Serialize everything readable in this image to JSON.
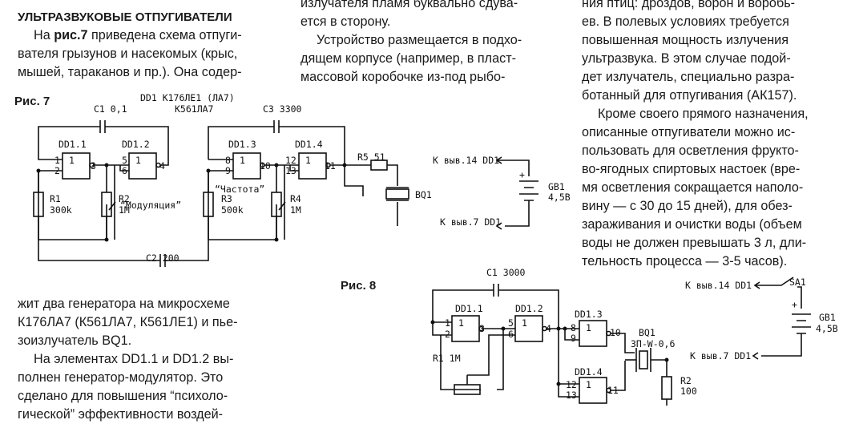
{
  "col1": {
    "heading": "УЛЬТРАЗВУКОВЫЕ ОТПУГИВАТЕЛИ",
    "p1_a": "На ",
    "p1_fig": "рис.7",
    "p1_b": " приведена схема отпуги-",
    "p1_line2": "вателя грызунов и насекомых (крыс,",
    "p1_line3": "мышей, тараканов и пр.). Она содер-",
    "cont_line1": "жит два генератора на микросхеме",
    "cont_line2": "К176ЛА7 (К561ЛА7, К561ЛЕ1) и пье-",
    "cont_line3": "зоизлучатель BQ1.",
    "p2_line1": "На элементах DD1.1 и DD1.2 вы-",
    "p2_line2": "полнен генератор-модулятор. Это",
    "p2_line3": "сделано для повышения “психоло-",
    "p2_line4": "гической” эффективности воздей-"
  },
  "col2": {
    "line0": "излучателя пламя буквально сдува-",
    "line1": "ется в сторону.",
    "p_line1": "Устройство размещается в подхо-",
    "p_line2": "дящем корпусе (например, в пласт-",
    "p_line3": "массовой коробочке из-под рыбо-"
  },
  "col3": {
    "line0": "ния птиц: дроздов, ворон и воробь-",
    "line1": "ев. В полевых условиях требуется",
    "line2": "повышенная мощность излучения",
    "line3": "ультразвука. В этом случае подой-",
    "line4": "дет излучатель, специально разра-",
    "line5": "ботанный для отпугивания (АК157).",
    "line6": "Кроме своего прямого назначения,",
    "line7": "описанные отпугиватели можно ис-",
    "line8": "пользовать для осветления фрукто-",
    "line9": "во-ягодных спиртовых настоек (вре-",
    "line10": "мя осветления сокращается наполо-",
    "line11": "вину — с 30 до 15 дней), для обез-",
    "line12": "зараживания и очистки воды (объем",
    "line13": "воды не должен превышать 3 л, дли-",
    "line14": "тельность процесса — 3-5 часов)."
  },
  "fig7": {
    "caption": "Рис. 7",
    "dd_title": "DD1 К176ЛЕ1 (ЛА7)",
    "dd_alt": "К561ЛА7",
    "c1": "C1 0,1",
    "c3": "C3 3300",
    "c2": "C2 200",
    "g11": "DD1.1",
    "g12": "DD1.2",
    "g13": "DD1.3",
    "g14": "DD1.4",
    "gate_sym": "1",
    "p1": "1",
    "p2": "2",
    "p3": "3",
    "p5": "5",
    "p6": "6",
    "p4": "4",
    "p8": "8",
    "p9": "9",
    "p10": "10",
    "p12": "12",
    "p13": "13",
    "p11": "11",
    "r1": "R1",
    "r1v": "300k",
    "r2": "R2",
    "r2v": "1M",
    "r3": "R3",
    "r3v": "500k",
    "r4": "R4",
    "r4v": "1M",
    "r5": "R5 51",
    "bq": "BQ1",
    "mod": "“Модуляция”",
    "freq": "“Частота”",
    "k14": "К выв.14 DD1",
    "k7": "К выв.7 DD1",
    "gb": "GB1",
    "gbv": "4,5В",
    "plus": "+"
  },
  "fig8": {
    "caption": "Рис. 8",
    "c1": "C1 3000",
    "g11": "DD1.1",
    "g12": "DD1.2",
    "g13": "DD1.3",
    "g14": "DD1.4",
    "gate_sym": "1",
    "p1": "1",
    "p2": "2",
    "p3": "3",
    "p5": "5",
    "p6": "6",
    "p4": "4",
    "p8": "8",
    "p9": "9",
    "p10": "10",
    "p12": "12",
    "p13": "13",
    "p11": "11",
    "r1": "R1 1М",
    "bq": "BQ1",
    "bqv": "ЗП-W-0,6",
    "r2": "R2",
    "r2v": "100",
    "k14": "К выв.14 DD1",
    "k7": "К выв.7 DD1",
    "sa": "SA1",
    "gb": "GB1",
    "gbv": "4,5В",
    "plus": "+"
  }
}
